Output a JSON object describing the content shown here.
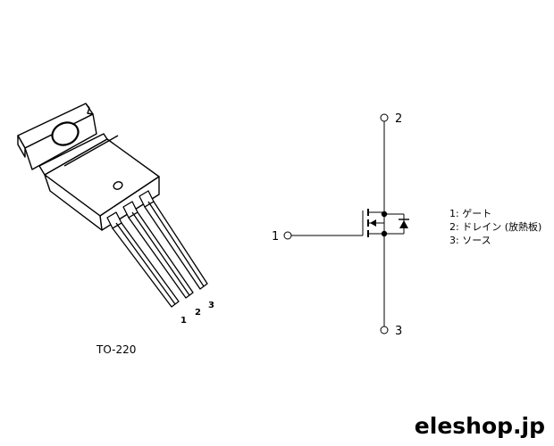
{
  "package": {
    "caption": "TO-220",
    "lead_numbers": [
      "1",
      "2",
      "3"
    ]
  },
  "schematic": {
    "pin_gate": "1",
    "pin_drain": "2",
    "pin_source": "3"
  },
  "legend": {
    "items": [
      "1: ゲート",
      "2: ドレイン (放熱板)",
      "3: ソース"
    ]
  },
  "brand": "eleshop.jp"
}
